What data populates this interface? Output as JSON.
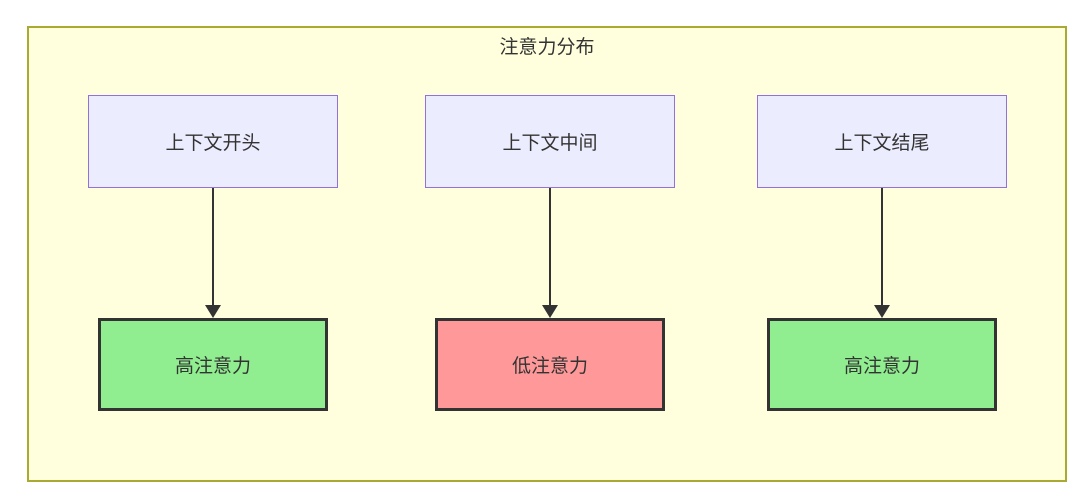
{
  "diagram": {
    "title": "注意力分布",
    "container": {
      "fill": "#ffffde",
      "border": "#aaaa33"
    },
    "arrow_color": "#333333",
    "text_color": "#333333",
    "columns": [
      {
        "source": {
          "label": "上下文开头",
          "fill": "#ececff",
          "border": "#9370db"
        },
        "target": {
          "label": "高注意力",
          "fill": "#90ee90",
          "border": "#333333"
        }
      },
      {
        "source": {
          "label": "上下文中间",
          "fill": "#ececff",
          "border": "#9370db"
        },
        "target": {
          "label": "低注意力",
          "fill": "#ff9999",
          "border": "#333333"
        }
      },
      {
        "source": {
          "label": "上下文结尾",
          "fill": "#ececff",
          "border": "#9370db"
        },
        "target": {
          "label": "高注意力",
          "fill": "#90ee90",
          "border": "#333333"
        }
      }
    ]
  }
}
